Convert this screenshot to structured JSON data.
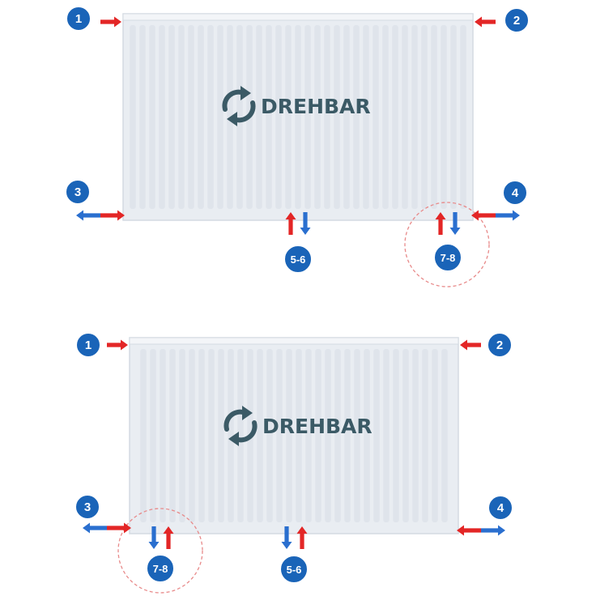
{
  "brand_label": "DREHBAR",
  "colors": {
    "badge": "#1a64b8",
    "flow_red": "#e32626",
    "flow_blue": "#2a6fcf",
    "fin": "#dfe4eb",
    "fin_gap": "#ffffff",
    "frame": "#e9edf2",
    "brand": "#3b5a66",
    "dashed_circle": "#e88a8a"
  },
  "panels": [
    {
      "name": "top-panel",
      "badges": {
        "top_left": "1",
        "top_right": "2",
        "bottom_left": "3",
        "bottom_right": "4",
        "middle": "5-6",
        "corner": "7-8"
      }
    },
    {
      "name": "bottom-panel",
      "badges": {
        "top_left": "1",
        "top_right": "2",
        "bottom_left": "3",
        "bottom_right": "4",
        "middle": "5-6",
        "corner": "7-8"
      }
    }
  ]
}
